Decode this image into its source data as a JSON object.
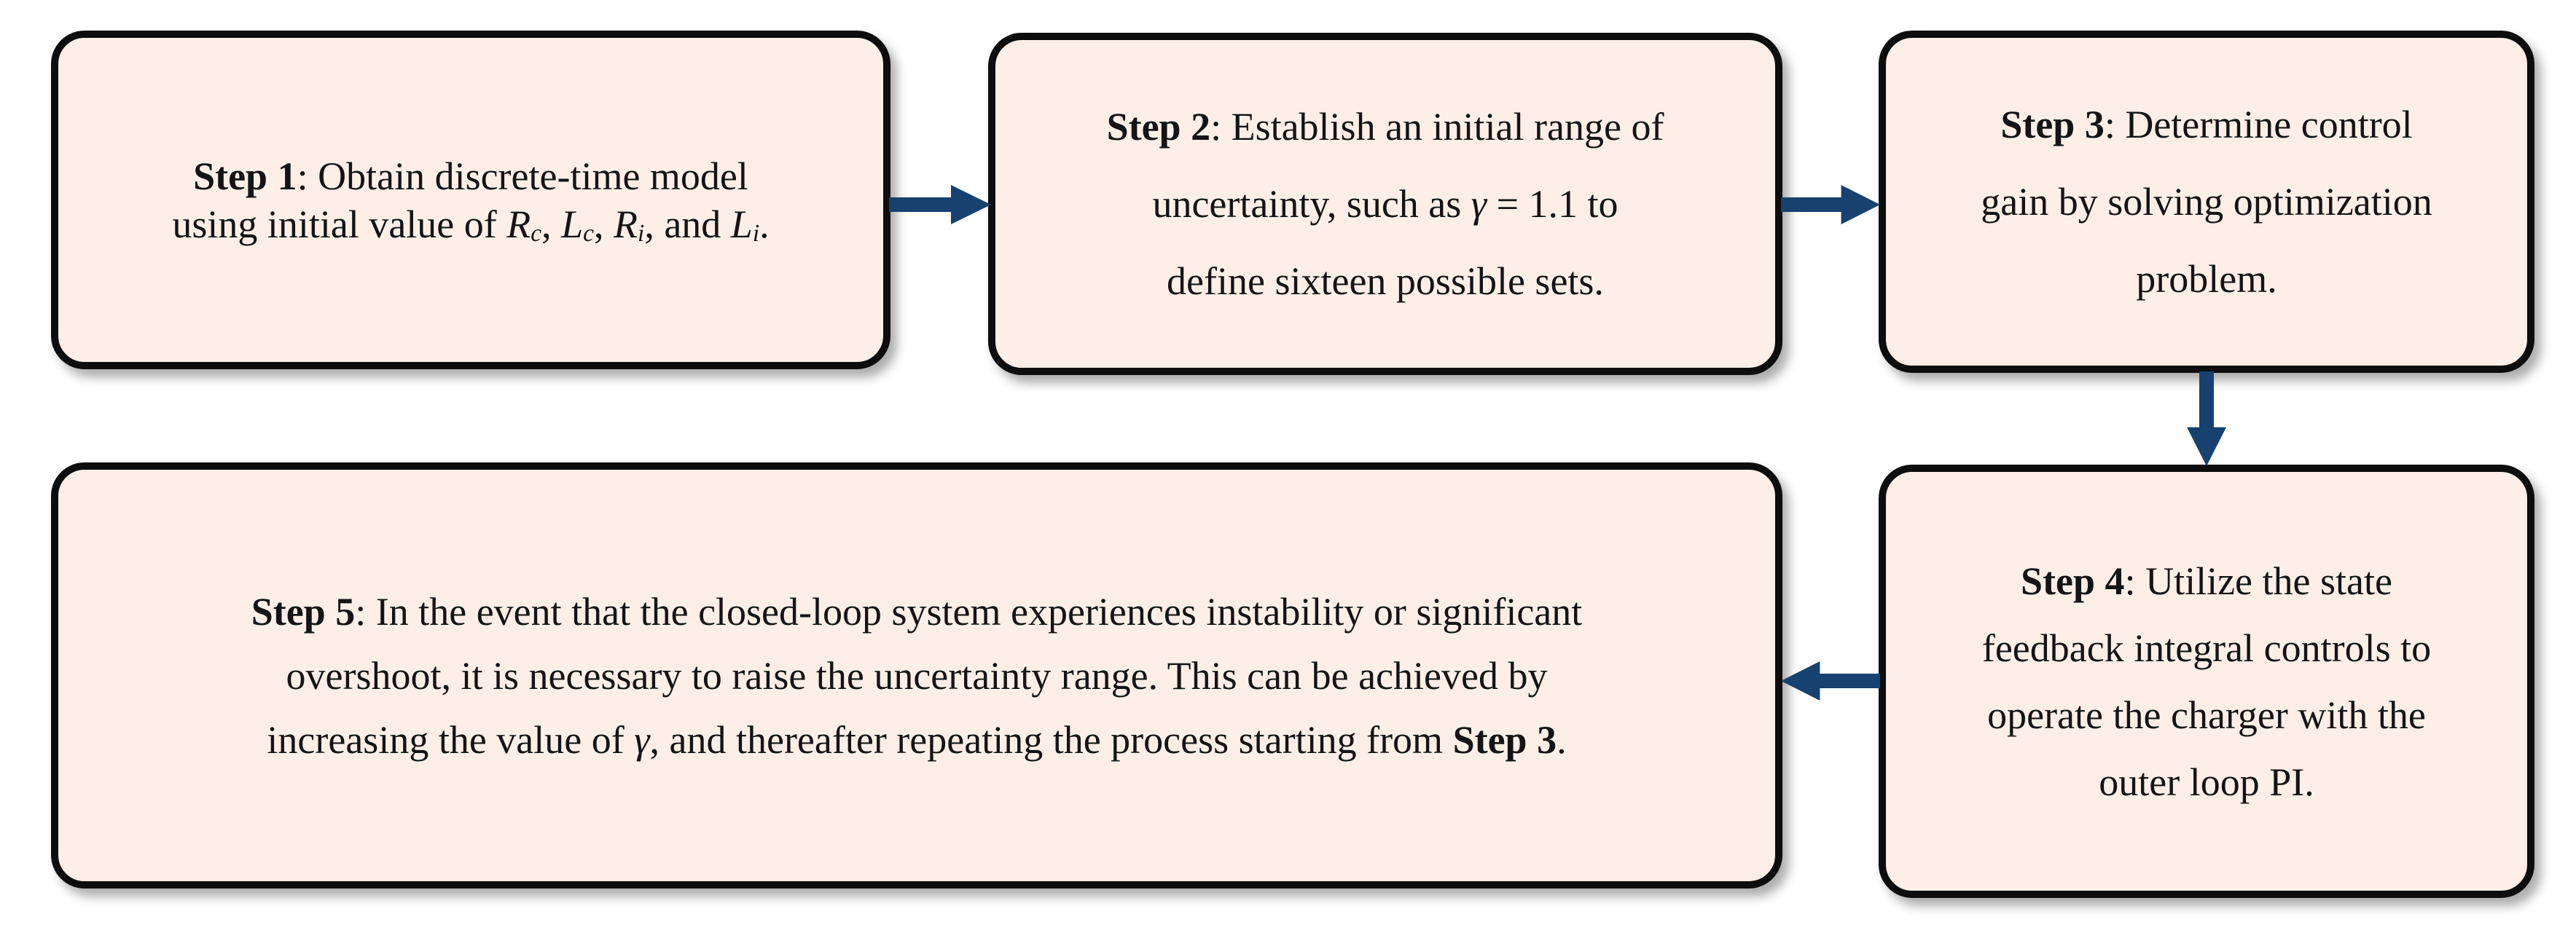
{
  "colors": {
    "background": "#ffffff",
    "box_fill": "#FDEFE7",
    "box_border": "#0D0D0D",
    "arrow": "#17416F",
    "text": "#141414"
  },
  "diagram": {
    "type": "flowchart",
    "boxes": [
      {
        "name": "step-1",
        "lines": [
          [
            {
              "t": "Step 1",
              "b": true
            },
            {
              "t": ": Obtain discrete-time model"
            }
          ],
          [
            {
              "t": "using initial value of "
            },
            {
              "t": "R",
              "i": true
            },
            {
              "t": "c",
              "i": true,
              "sub": true
            },
            {
              "t": ", "
            },
            {
              "t": "L",
              "i": true
            },
            {
              "t": "c",
              "i": true,
              "sub": true
            },
            {
              "t": ", "
            },
            {
              "t": "R",
              "i": true
            },
            {
              "t": "i",
              "i": true,
              "sub": true
            },
            {
              "t": ", and "
            },
            {
              "t": "L",
              "i": true
            },
            {
              "t": "i",
              "i": true,
              "sub": true
            },
            {
              "t": "."
            }
          ]
        ]
      },
      {
        "name": "step-2",
        "lines": [
          [
            {
              "t": "Step 2",
              "b": true
            },
            {
              "t": ": Establish an initial range of"
            }
          ],
          [
            {
              "t": "uncertainty, such as "
            },
            {
              "t": "γ",
              "i": true
            },
            {
              "t": " = 1.1 to"
            }
          ],
          [
            {
              "t": "define sixteen possible sets."
            }
          ]
        ]
      },
      {
        "name": "step-3",
        "lines": [
          [
            {
              "t": "Step 3",
              "b": true
            },
            {
              "t": ": Determine control"
            }
          ],
          [
            {
              "t": "gain by solving optimization"
            }
          ],
          [
            {
              "t": "problem."
            }
          ]
        ]
      },
      {
        "name": "step-4",
        "lines": [
          [
            {
              "t": "Step 4",
              "b": true
            },
            {
              "t": ": Utilize the state"
            }
          ],
          [
            {
              "t": "feedback integral controls to"
            }
          ],
          [
            {
              "t": "operate the charger with the"
            }
          ],
          [
            {
              "t": "outer loop PI."
            }
          ]
        ]
      },
      {
        "name": "step-5",
        "lines": [
          [
            {
              "t": "Step 5",
              "b": true
            },
            {
              "t": ": In the event that the closed-loop system experiences instability or significant"
            }
          ],
          [
            {
              "t": "overshoot, it is necessary to raise the uncertainty range. This can be achieved by"
            }
          ],
          [
            {
              "t": "increasing the value of "
            },
            {
              "t": "γ",
              "i": true
            },
            {
              "t": ", and thereafter repeating the process starting from "
            },
            {
              "t": "Step 3",
              "b": true
            },
            {
              "t": "."
            }
          ]
        ]
      }
    ],
    "arrows": [
      {
        "name": "arrow-step1-to-step2",
        "direction": "right"
      },
      {
        "name": "arrow-step2-to-step3",
        "direction": "right"
      },
      {
        "name": "arrow-step3-to-step4",
        "direction": "down"
      },
      {
        "name": "arrow-step4-to-step5",
        "direction": "left"
      }
    ]
  }
}
